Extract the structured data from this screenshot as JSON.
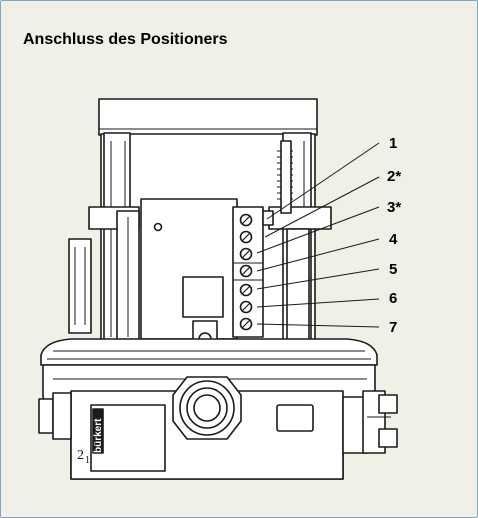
{
  "heading": "Anschluss des Positioners",
  "callouts": [
    "1",
    "2*",
    "3*",
    "4",
    "5",
    "6",
    "7"
  ],
  "device": {
    "logo": "bürkert",
    "tag_main": "2",
    "tag_sub": "1"
  }
}
